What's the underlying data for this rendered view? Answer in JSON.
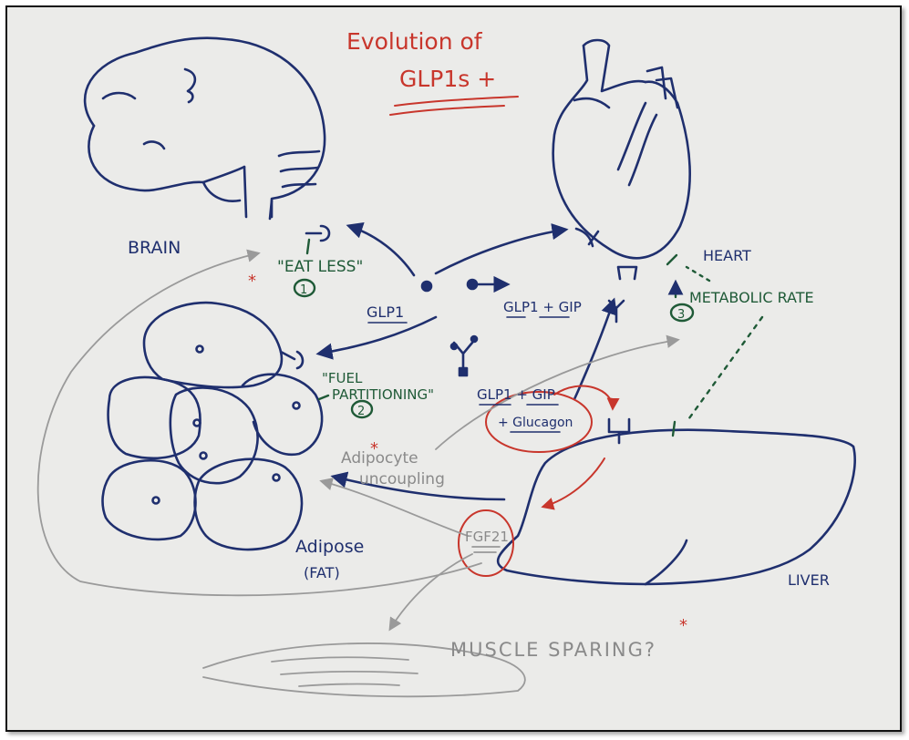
{
  "title": {
    "line1": "Evolution of",
    "line2": "GLP1s +"
  },
  "organs": {
    "brain": "BRAIN",
    "heart": "HEART",
    "adipose": "Adipose",
    "adipose_sub": "(FAT)",
    "liver": "LIVER"
  },
  "effects": {
    "eat_less": "\"EAT LESS\"",
    "eat_less_num": "1",
    "fuel": "\"FUEL",
    "partitioning": "PARTITIONING\"",
    "fuel_num": "2",
    "metabolic": "METABOLIC RATE",
    "metabolic_num": "3"
  },
  "drugs": {
    "glp1": "GLP1",
    "glp1_gip_a": "GLP1 + GIP",
    "glp1_gip_b": "GLP1 + GIP",
    "glucagon": "+ Glucagon"
  },
  "grey_notes": {
    "adipocyte": "Adipocyte",
    "uncoupling": "uncoupling",
    "fgf21": "FGF21",
    "muscle": "MUSCLE SPARING?"
  },
  "marks": {
    "asterisk": "*"
  },
  "colors": {
    "navy": "#1f2f6e",
    "green": "#1f5a37",
    "red": "#c8362c",
    "grey": "#8a8a8a",
    "paper": "#ebebe9"
  }
}
